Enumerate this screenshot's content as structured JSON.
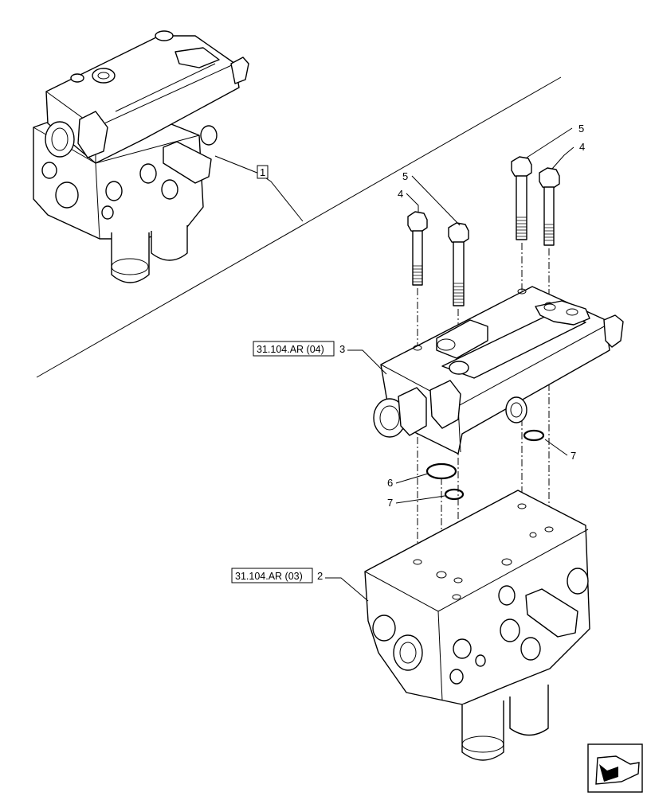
{
  "callouts": {
    "assembly": "1",
    "valve_upper": "3",
    "valve_lower": "2",
    "bolt_left_short": "4",
    "bolt_left_long": "5",
    "bolt_right_long": "5",
    "bolt_right_short": "4",
    "oring_large": "6",
    "oring_small_left": "7",
    "oring_small_right": "7"
  },
  "references": {
    "valve_upper_ref": "31.104.AR (04)",
    "valve_lower_ref": "31.104.AR (03)"
  },
  "navigation": {
    "icon": "next-page-arrow-icon"
  }
}
